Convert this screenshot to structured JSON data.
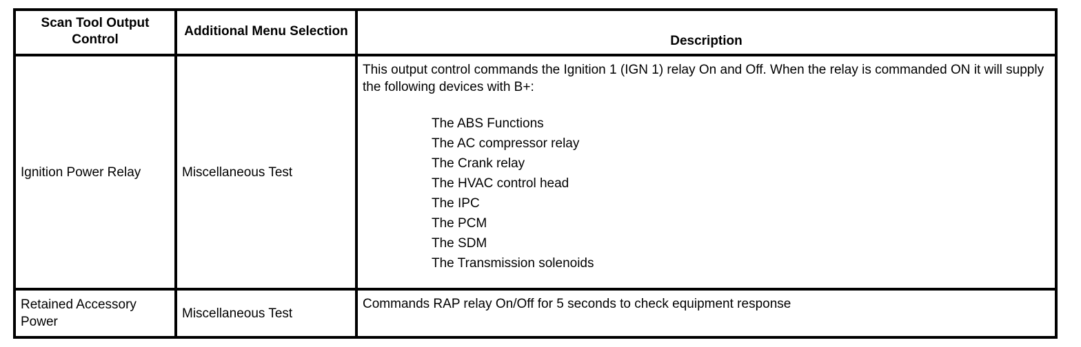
{
  "table": {
    "headers": {
      "control": "Scan Tool Output Control",
      "menu": "Additional Menu Selection",
      "description": "Description"
    },
    "rows": [
      {
        "control": "Ignition Power Relay",
        "menu": "Miscellaneous Test",
        "description_intro": "This output control commands the Ignition 1 (IGN 1) relay On and Off. When the relay is commanded ON it will supply the following devices with B+:",
        "device_list": [
          "The ABS Functions",
          "The AC compressor relay",
          "The Crank relay",
          "The HVAC control head",
          "The IPC",
          "The PCM",
          "The SDM",
          "The Transmission solenoids"
        ]
      },
      {
        "control": "Retained Accessory Power",
        "menu": "Miscellaneous Test",
        "description_intro": "Commands RAP relay On/Off for 5 seconds to check equipment response",
        "device_list": []
      }
    ]
  },
  "colors": {
    "border": "#000000",
    "text": "#000000",
    "background": "#ffffff"
  }
}
